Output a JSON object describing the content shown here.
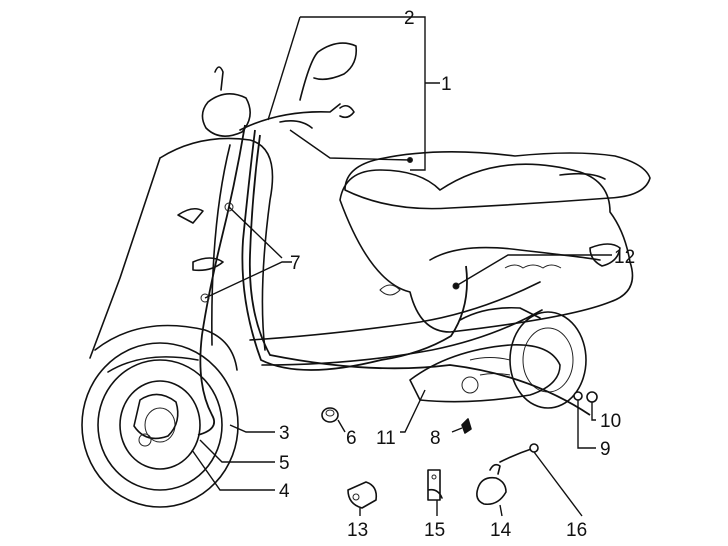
{
  "callouts": [
    {
      "id": "1",
      "text": "1"
    },
    {
      "id": "2",
      "text": "2"
    },
    {
      "id": "3",
      "text": "3"
    },
    {
      "id": "4",
      "text": "4"
    },
    {
      "id": "5",
      "text": "5"
    },
    {
      "id": "6",
      "text": "6"
    },
    {
      "id": "7",
      "text": "7"
    },
    {
      "id": "8",
      "text": "8"
    },
    {
      "id": "9",
      "text": "9"
    },
    {
      "id": "10",
      "text": "10"
    },
    {
      "id": "11",
      "text": "11"
    },
    {
      "id": "12",
      "text": "12"
    },
    {
      "id": "13",
      "text": "13"
    },
    {
      "id": "14",
      "text": "14"
    },
    {
      "id": "15",
      "text": "15"
    },
    {
      "id": "16",
      "text": "16"
    }
  ],
  "colors": {
    "line": "#111111",
    "background": "#ffffff"
  }
}
